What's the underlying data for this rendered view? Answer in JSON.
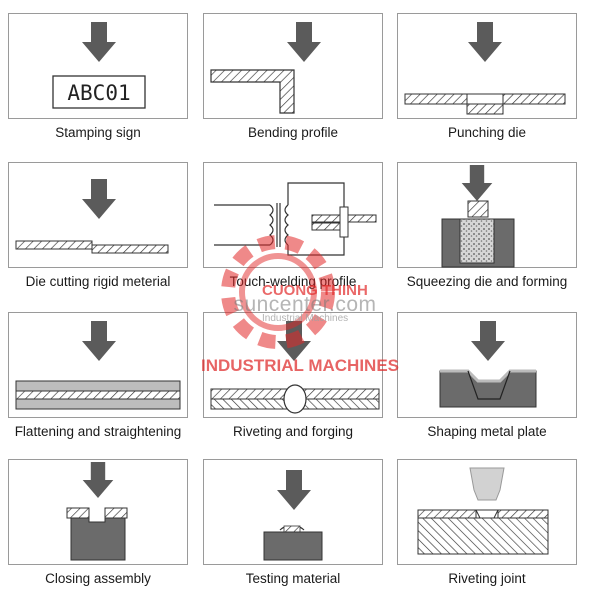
{
  "panels": [
    {
      "caption": "Stamping sign",
      "stamp_text": "ABC01"
    },
    {
      "caption": "Bending profile"
    },
    {
      "caption": "Punching die"
    },
    {
      "caption": "Die cutting rigid meterial"
    },
    {
      "caption": "Touch-welding profile"
    },
    {
      "caption": "Squeezing die and forming"
    },
    {
      "caption": "Flattening and straightening"
    },
    {
      "caption": "Riveting and forging"
    },
    {
      "caption": "Shaping metal plate"
    },
    {
      "caption": "Closing assembly"
    },
    {
      "caption": "Testing material"
    },
    {
      "caption": "Riveting joint"
    }
  ],
  "watermark": {
    "site": "suncenter.com",
    "brand": "CUONG THINH",
    "brand_sub": "Industrial Machines",
    "tagline": "INDUSTRIAL MACHINES"
  },
  "colors": {
    "arrow": "#5b5b5b",
    "border": "#9a9a9a",
    "block": "#6b6b6b",
    "watermark_red": "#e02828"
  }
}
